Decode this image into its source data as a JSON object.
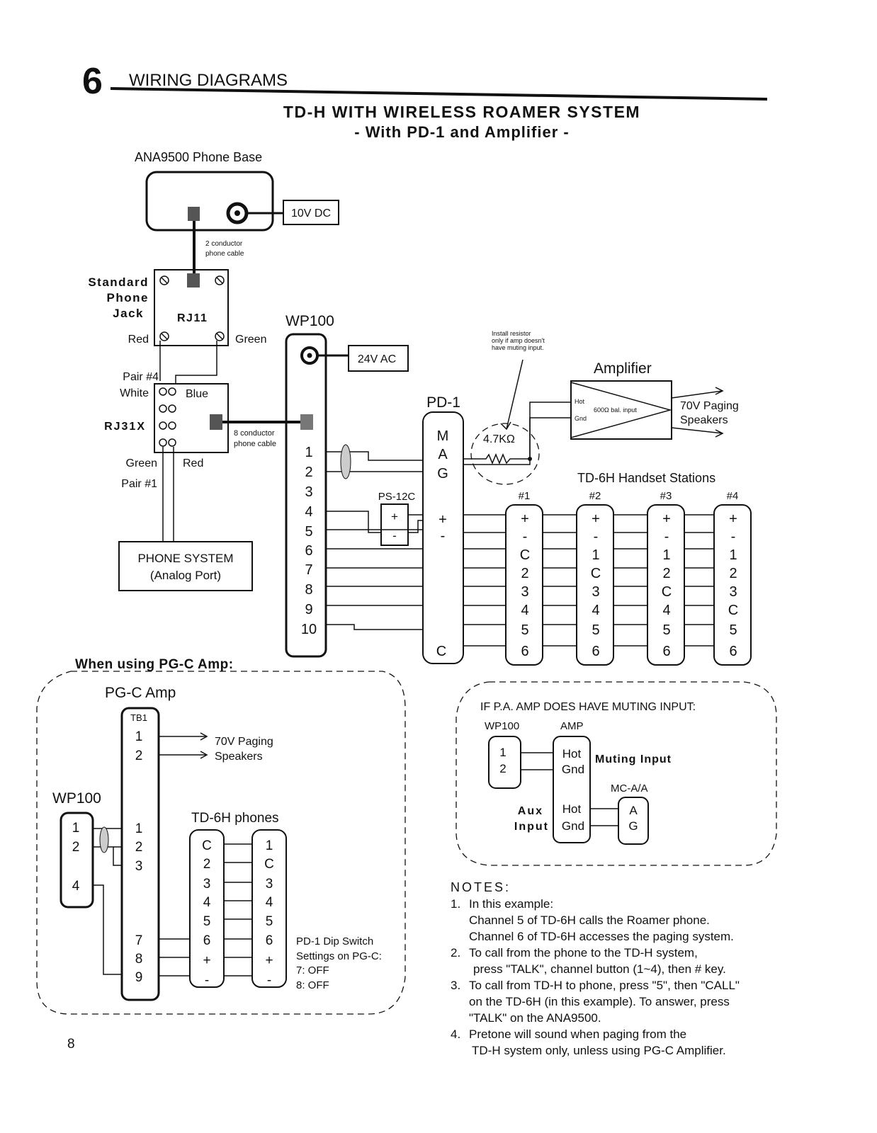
{
  "section": {
    "number": "6",
    "heading": "WIRING DIAGRAMS"
  },
  "title": {
    "line1": "TD-H WITH WIRELESS ROAMER SYSTEM",
    "line2": "- With PD-1 and Amplifier -"
  },
  "phone_base": {
    "label": "ANA9500 Phone Base",
    "power": "10V DC",
    "cable": [
      "2 conductor",
      "phone cable"
    ]
  },
  "jack": {
    "label": [
      "Standard",
      "Phone",
      "Jack"
    ],
    "model": "RJ11",
    "left": "Red",
    "right": "Green"
  },
  "rj31x": {
    "label": "RJ31X",
    "pair4": "Pair #4",
    "white": "White",
    "blue": "Blue",
    "green": "Green",
    "red": "Red",
    "pair1": "Pair #1",
    "cable": [
      "8 conductor",
      "phone cable"
    ]
  },
  "phone_system": {
    "line1": "PHONE SYSTEM",
    "line2": "(Analog Port)"
  },
  "wp100": {
    "label": "WP100",
    "power": "24V AC",
    "terminals": [
      "1",
      "2",
      "3",
      "4",
      "5",
      "6",
      "7",
      "8",
      "9",
      "10"
    ]
  },
  "ps12c": {
    "label": "PS-12C",
    "plus": "+",
    "minus": "-"
  },
  "pd1": {
    "label": "PD-1",
    "terminals": [
      "M",
      "A",
      "G",
      "+",
      "-",
      "C"
    ]
  },
  "resistor": {
    "note": [
      "Install resistor",
      "only if amp doesn't",
      "have muting input."
    ],
    "value": "4.7KΩ"
  },
  "amplifier": {
    "label": "Amplifier",
    "hot": "Hot",
    "gnd": "Gnd",
    "input": "600Ω bal. input",
    "output": [
      "70V Paging",
      "Speakers"
    ]
  },
  "stations": {
    "label": "TD-6H Handset Stations",
    "units": [
      {
        "id": "#1",
        "terms": [
          "+",
          "-",
          "C",
          "2",
          "3",
          "4",
          "5",
          "6"
        ]
      },
      {
        "id": "#2",
        "terms": [
          "+",
          "-",
          "1",
          "C",
          "3",
          "4",
          "5",
          "6"
        ]
      },
      {
        "id": "#3",
        "terms": [
          "+",
          "-",
          "1",
          "2",
          "C",
          "4",
          "5",
          "6"
        ]
      },
      {
        "id": "#4",
        "terms": [
          "+",
          "-",
          "1",
          "2",
          "3",
          "C",
          "5",
          "6"
        ]
      }
    ]
  },
  "pgc": {
    "heading": "When using PG-C Amp:",
    "amp_label": "PG-C Amp",
    "tb1": "TB1",
    "tb_terms": [
      "1",
      "2",
      "1",
      "2",
      "3",
      "7",
      "8",
      "9"
    ],
    "output": [
      "70V Paging",
      "Speakers"
    ],
    "wp100_label": "WP100",
    "wp100_terms": [
      "1",
      "2",
      "4"
    ],
    "phones_label": "TD-6H phones",
    "phone_a": [
      "C",
      "2",
      "3",
      "4",
      "5",
      "6",
      "+",
      "-"
    ],
    "phone_b": [
      "1",
      "C",
      "3",
      "4",
      "5",
      "6",
      "+",
      "-"
    ],
    "dip": [
      "PD-1 Dip Switch",
      "Settings on PG-C:",
      "7: OFF",
      "8: OFF"
    ]
  },
  "muting": {
    "heading": "IF P.A. AMP DOES HAVE MUTING INPUT:",
    "wp100": "WP100",
    "amp": "AMP",
    "wp_terms": [
      "1",
      "2"
    ],
    "hot": "Hot",
    "gnd": "Gnd",
    "muting_input": "Muting Input",
    "mca": "MC-A/A",
    "aux": [
      "Aux",
      "Input"
    ],
    "a": "A",
    "g": "G"
  },
  "notes": {
    "heading": "NOTES:",
    "items": [
      {
        "num": "1.",
        "lines": [
          "In this example:",
          "Channel 5 of TD-6H calls the Roamer phone.",
          "Channel 6 of TD-6H accesses the paging system."
        ]
      },
      {
        "num": "2.",
        "lines": [
          "To call from the phone to the TD-H system,",
          "press \"TALK\", channel button (1~4), then # key."
        ]
      },
      {
        "num": "3.",
        "lines": [
          "To call from TD-H to phone, press \"5\", then \"CALL\"",
          "on the TD-6H (in this example).  To answer, press",
          "\"TALK\" on the ANA9500."
        ]
      },
      {
        "num": "4.",
        "lines": [
          "Pretone will sound when paging from the",
          "TD-H system only, unless using PG-C Amplifier."
        ]
      }
    ]
  },
  "page_number": "8"
}
